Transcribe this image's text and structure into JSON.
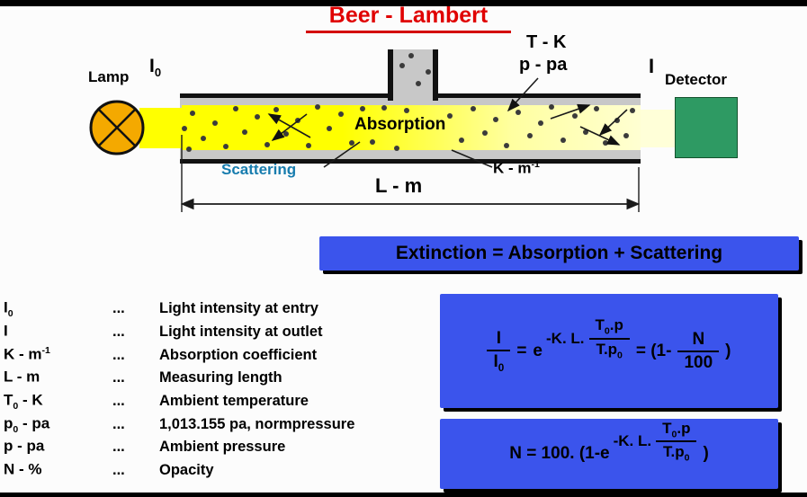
{
  "title": "Beer - Lambert",
  "diagram": {
    "lamp_label": "Lamp",
    "i0_main": "I",
    "i0_sub": "0",
    "absorption": "Absorption",
    "t_k": "T - K",
    "p_pa": "p - pa",
    "i_out": "I",
    "detector_label": "Detector",
    "scattering": "Scattering",
    "k_main": "K - m",
    "k_sup": "-1",
    "length": "L - m"
  },
  "banner": "Extinction = Absorption + Scattering",
  "legend": [
    {
      "pre": "I",
      "sub": "0",
      "sup": "",
      "post": "",
      "dots": "...",
      "desc": "Light intensity at entry"
    },
    {
      "pre": "I",
      "sub": "",
      "sup": "",
      "post": "",
      "dots": "...",
      "desc": "Light intensity at outlet"
    },
    {
      "pre": "K - m",
      "sub": "",
      "sup": "-1",
      "post": "",
      "dots": "...",
      "desc": "Absorption coefficient"
    },
    {
      "pre": "L - m",
      "sub": "",
      "sup": "",
      "post": "",
      "dots": "...",
      "desc": "Measuring length"
    },
    {
      "pre": "T",
      "sub": "0",
      "sup": "",
      "post": " - K",
      "dots": "...",
      "desc": "Ambient temperature"
    },
    {
      "pre": "p",
      "sub": "0",
      "sup": "",
      "post": " - pa",
      "dots": "...",
      "desc": "1,013.155 pa, normpressure"
    },
    {
      "pre": "p - pa",
      "sub": "",
      "sup": "",
      "post": "",
      "dots": "...",
      "desc": "Ambient pressure"
    },
    {
      "pre": "N - %",
      "sub": "",
      "sup": "",
      "post": "",
      "dots": "...",
      "desc": "Opacity"
    }
  ],
  "formula1": {
    "num": "I",
    "den_main": "I",
    "den_sub": "0",
    "eq": "=",
    "base": "e",
    "exp": "-K. L.",
    "f_num_main": "T",
    "f_num_sub": "0",
    "f_num_post": ".p",
    "f_den_main": "T.p",
    "f_den_sub": "0",
    "eq2": "= (1-",
    "n_num": "N",
    "n_den": "100",
    "close": ")"
  },
  "formula2": {
    "prefix": "N = 100. (1-e",
    "exp": "-K. L.",
    "f_num_main": "T",
    "f_num_sub": "0",
    "f_num_post": ".p",
    "f_den_main": "T.p",
    "f_den_sub": "0",
    "close": ")"
  },
  "colors": {
    "accent_blue": "#3b54ec",
    "title_red": "#e00000",
    "detector_green": "#2e9a63",
    "lamp_orange": "#f4a900",
    "beam_yellow": "#ffff00",
    "scattering_text": "#177cae"
  }
}
